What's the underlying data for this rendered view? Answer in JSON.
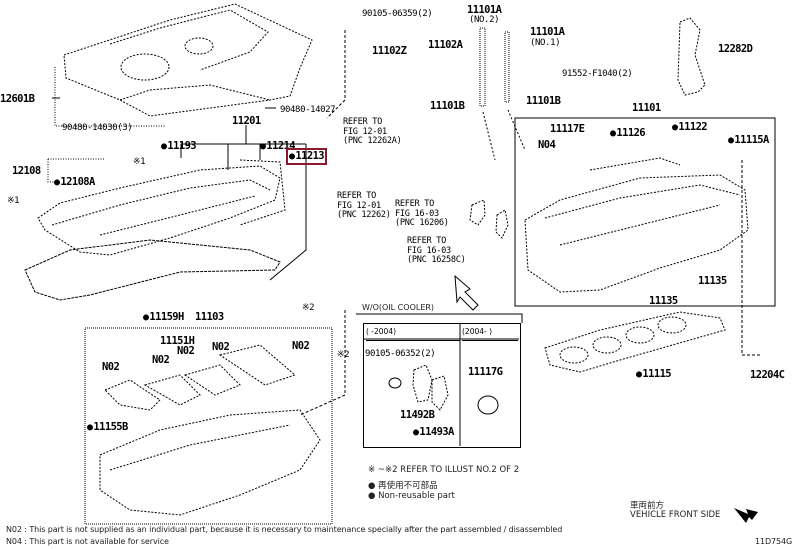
{
  "diagram": {
    "highlight_color": "#8b1a2f",
    "labels": {
      "p12601B": "12601B",
      "p90480_14030": "90480-14030(3)",
      "p90480_14027": "90480-14027",
      "p11201": "11201",
      "p90105_06359": "90105-06359(2)",
      "p11102Z": "11102Z",
      "p11102A": "11102A",
      "p11101A_no2": "11101A",
      "p11101A_no2_sub": "(NO.2)",
      "p11101A_no1": "11101A",
      "p11101A_no1_sub": "(NO.1)",
      "p12282D": "12282D",
      "p91552": "91552-F1040(2)",
      "p11101B_l": "11101B",
      "p11101B_r": "11101B",
      "p11101": "11101",
      "p11117E": "11117E",
      "p11126": "11126",
      "p11122": "11122",
      "p11115A": "11115A",
      "pN04": "N04",
      "p11193": "11193",
      "p11214": "11214",
      "p11213": "11213",
      "p12108": "12108",
      "p12108A": "12108A",
      "x1a": "※1",
      "x1b": "※1",
      "p11135a": "11135",
      "p11135b": "11135",
      "p11159H": "11159H",
      "p11103": "11103",
      "p11151H": "11151H",
      "pN02a": "N02",
      "pN02b": "N02",
      "pN02c": "N02",
      "pN02d": "N02",
      "pN02e": "N02",
      "p11155B": "11155B",
      "x2a": "※2",
      "x2b": "※2",
      "p11115": "11115",
      "p12204C": "12204C",
      "p90105_06352": "90105-06352(2)",
      "p11492B": "11492B",
      "p11493A": "11493A",
      "p11117G": "11117G"
    },
    "references": {
      "ref1": "REFER TO\nFIG 12-01\n(PNC 12262A)",
      "ref2": "REFER TO\nFIG 12-01\n(PNC 12262)",
      "ref3": "REFER TO\nFIG 16-03\n(PNC 16206)",
      "ref4": "REFER TO\nFIG 16-03\n(PNC 16258C)"
    },
    "variant_table": {
      "title": "W/O(OIL COOLER)",
      "col1": "(        -2004)",
      "col2": "(2004-      )"
    },
    "legend": {
      "range_note": "※ ~※2  REFER TO ILLUST NO.2 OF 2",
      "nonreusable_jp": "再使用不可部品",
      "nonreusable_en": "Non-reusable part",
      "front_jp": "車両前方",
      "front_en": "VEHICLE FRONT SIDE"
    },
    "footnotes": {
      "n02": "N02 : This part is not supplied as an individual part, because it is necessary to maintenance specially after the part assembled / disassembled",
      "n04": "N04 : This part is not available for service"
    },
    "illustration_id": "11D754G"
  }
}
